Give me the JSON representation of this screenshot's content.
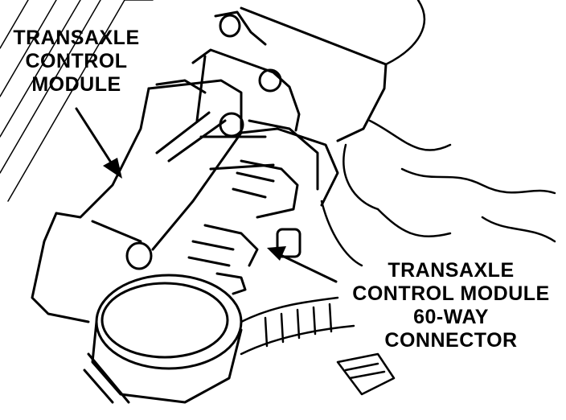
{
  "labels": {
    "module": [
      "TRANSAXLE",
      "CONTROL",
      "MODULE"
    ],
    "connector": [
      "TRANSAXLE",
      "CONTROL MODULE",
      "60-WAY",
      "CONNECTOR"
    ]
  },
  "colors": {
    "ink": "#000000",
    "paper": "#ffffff"
  }
}
